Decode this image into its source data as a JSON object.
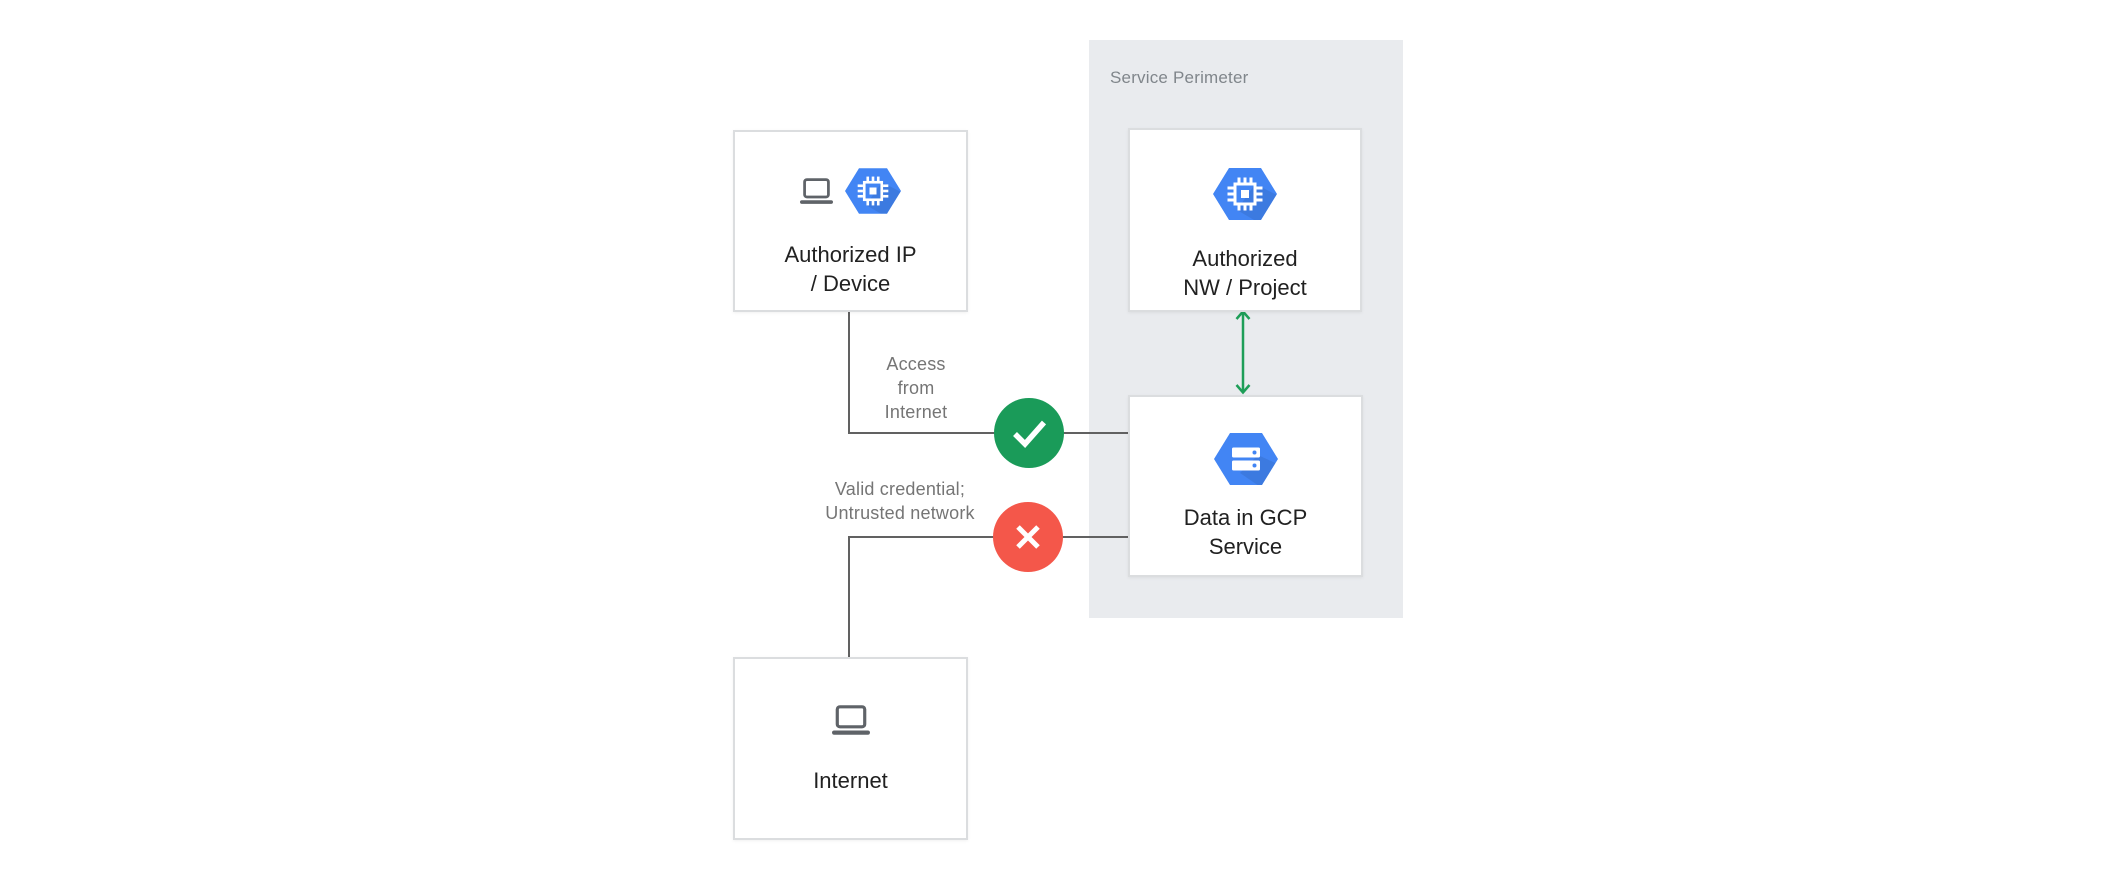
{
  "diagram": {
    "perimeter": {
      "label": "Service Perimeter"
    },
    "nodes": {
      "authorized_ip_device": {
        "lines": [
          "Authorized IP",
          "/ Device"
        ],
        "icons": [
          "laptop-icon",
          "compute-engine-hexagon-icon"
        ]
      },
      "authorized_nw_project": {
        "lines": [
          "Authorized",
          "NW / Project"
        ],
        "icons": [
          "compute-engine-hexagon-icon"
        ]
      },
      "data_in_gcp_service": {
        "lines": [
          "Data in GCP",
          "Service"
        ],
        "icons": [
          "cloud-storage-hexagon-icon"
        ]
      },
      "internet": {
        "lines": [
          "Internet"
        ],
        "icons": [
          "laptop-icon"
        ]
      }
    },
    "edge_labels": {
      "access_from_internet": {
        "lines": [
          "Access",
          "from",
          "Internet"
        ],
        "status": "allowed",
        "status_icon": "check-icon"
      },
      "valid_credential_untrusted_network": {
        "lines": [
          "Valid credential;",
          "Untrusted network"
        ],
        "status": "blocked",
        "status_icon": "cross-icon"
      }
    },
    "colors": {
      "perimeter_background": "#E9EBEE",
      "hexagon_blue": "#4285F4",
      "allowed_green": "#1A9B59",
      "arrow_green": "#1E9E58",
      "blocked_red": "#F4574A",
      "connector_gray": "#616161",
      "label_gray": "#757575",
      "perimeter_label_gray": "#80868B",
      "node_text": "#212121",
      "node_border": "#DBDDDF",
      "laptop_gray": "#5F6368"
    }
  }
}
